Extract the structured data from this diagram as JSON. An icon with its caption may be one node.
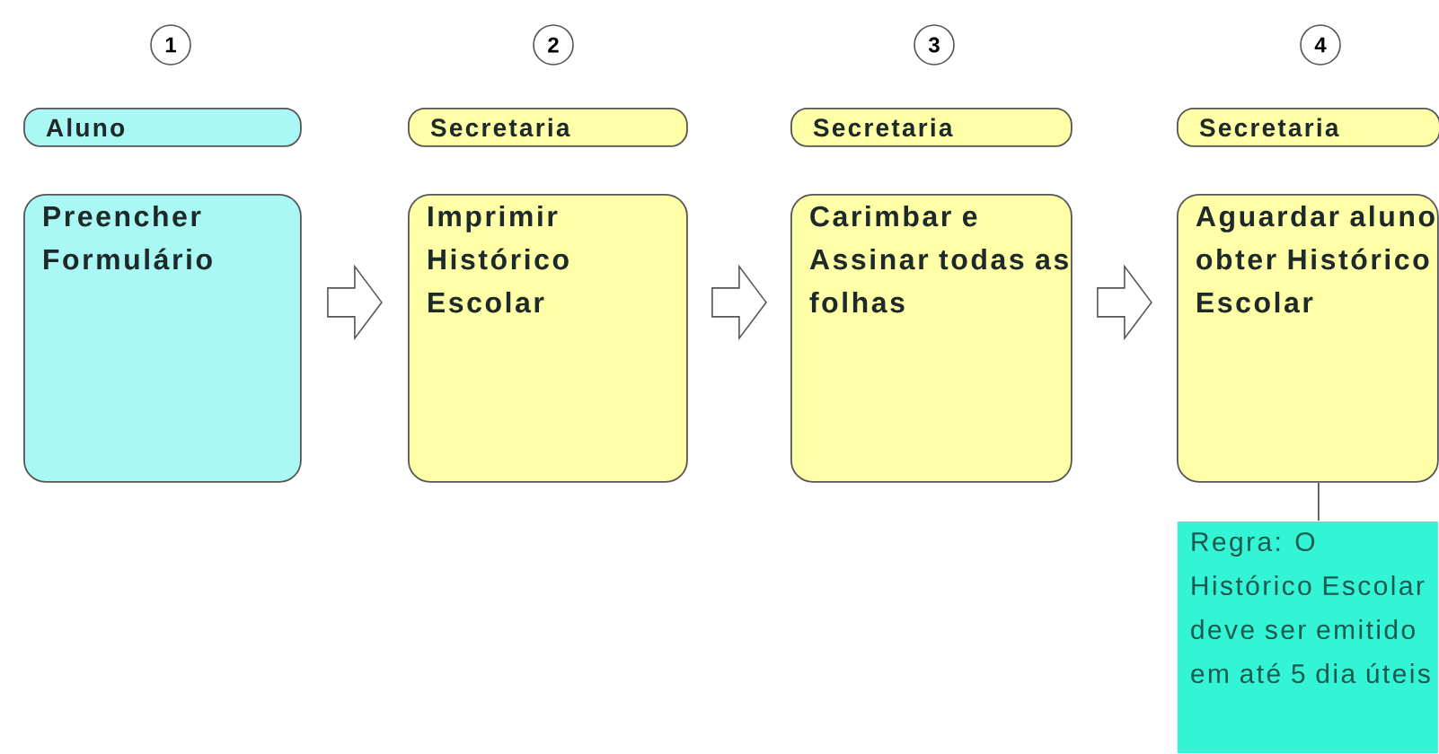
{
  "diagram": {
    "nodes": [
      {
        "text": [
          "1"
        ]
      },
      {
        "text": [
          "2"
        ]
      },
      {
        "text": [
          "3"
        ]
      },
      {
        "text": [
          "4"
        ]
      },
      {
        "text": [
          "Aluno"
        ]
      },
      {
        "text": [
          "Secretaria"
        ]
      },
      {
        "text": [
          "Secretaria"
        ]
      },
      {
        "text": [
          "Secretaria"
        ]
      },
      {
        "text": [
          "Preencher Formulário"
        ]
      },
      {
        "text": [
          "Imprimir Histórico Escolar"
        ]
      },
      {
        "text": [
          "Carimbar e Assinar todas as folhas"
        ]
      },
      {
        "text": [
          "Aguardar aluno obter Histórico Escolar"
        ]
      },
      {
        "text": [
          "Regra: O Histórico Escolar deve ser emitido em até 5 dia úteis"
        ]
      }
    ],
    "edges": [
      {
        "from": 8,
        "to": 9,
        "arrow": "to"
      },
      {
        "from": 9,
        "to": 10,
        "arrow": "to"
      },
      {
        "from": 10,
        "to": 11,
        "arrow": "to"
      },
      {
        "from": 11,
        "to": 12,
        "arrow": "none"
      }
    ]
  }
}
